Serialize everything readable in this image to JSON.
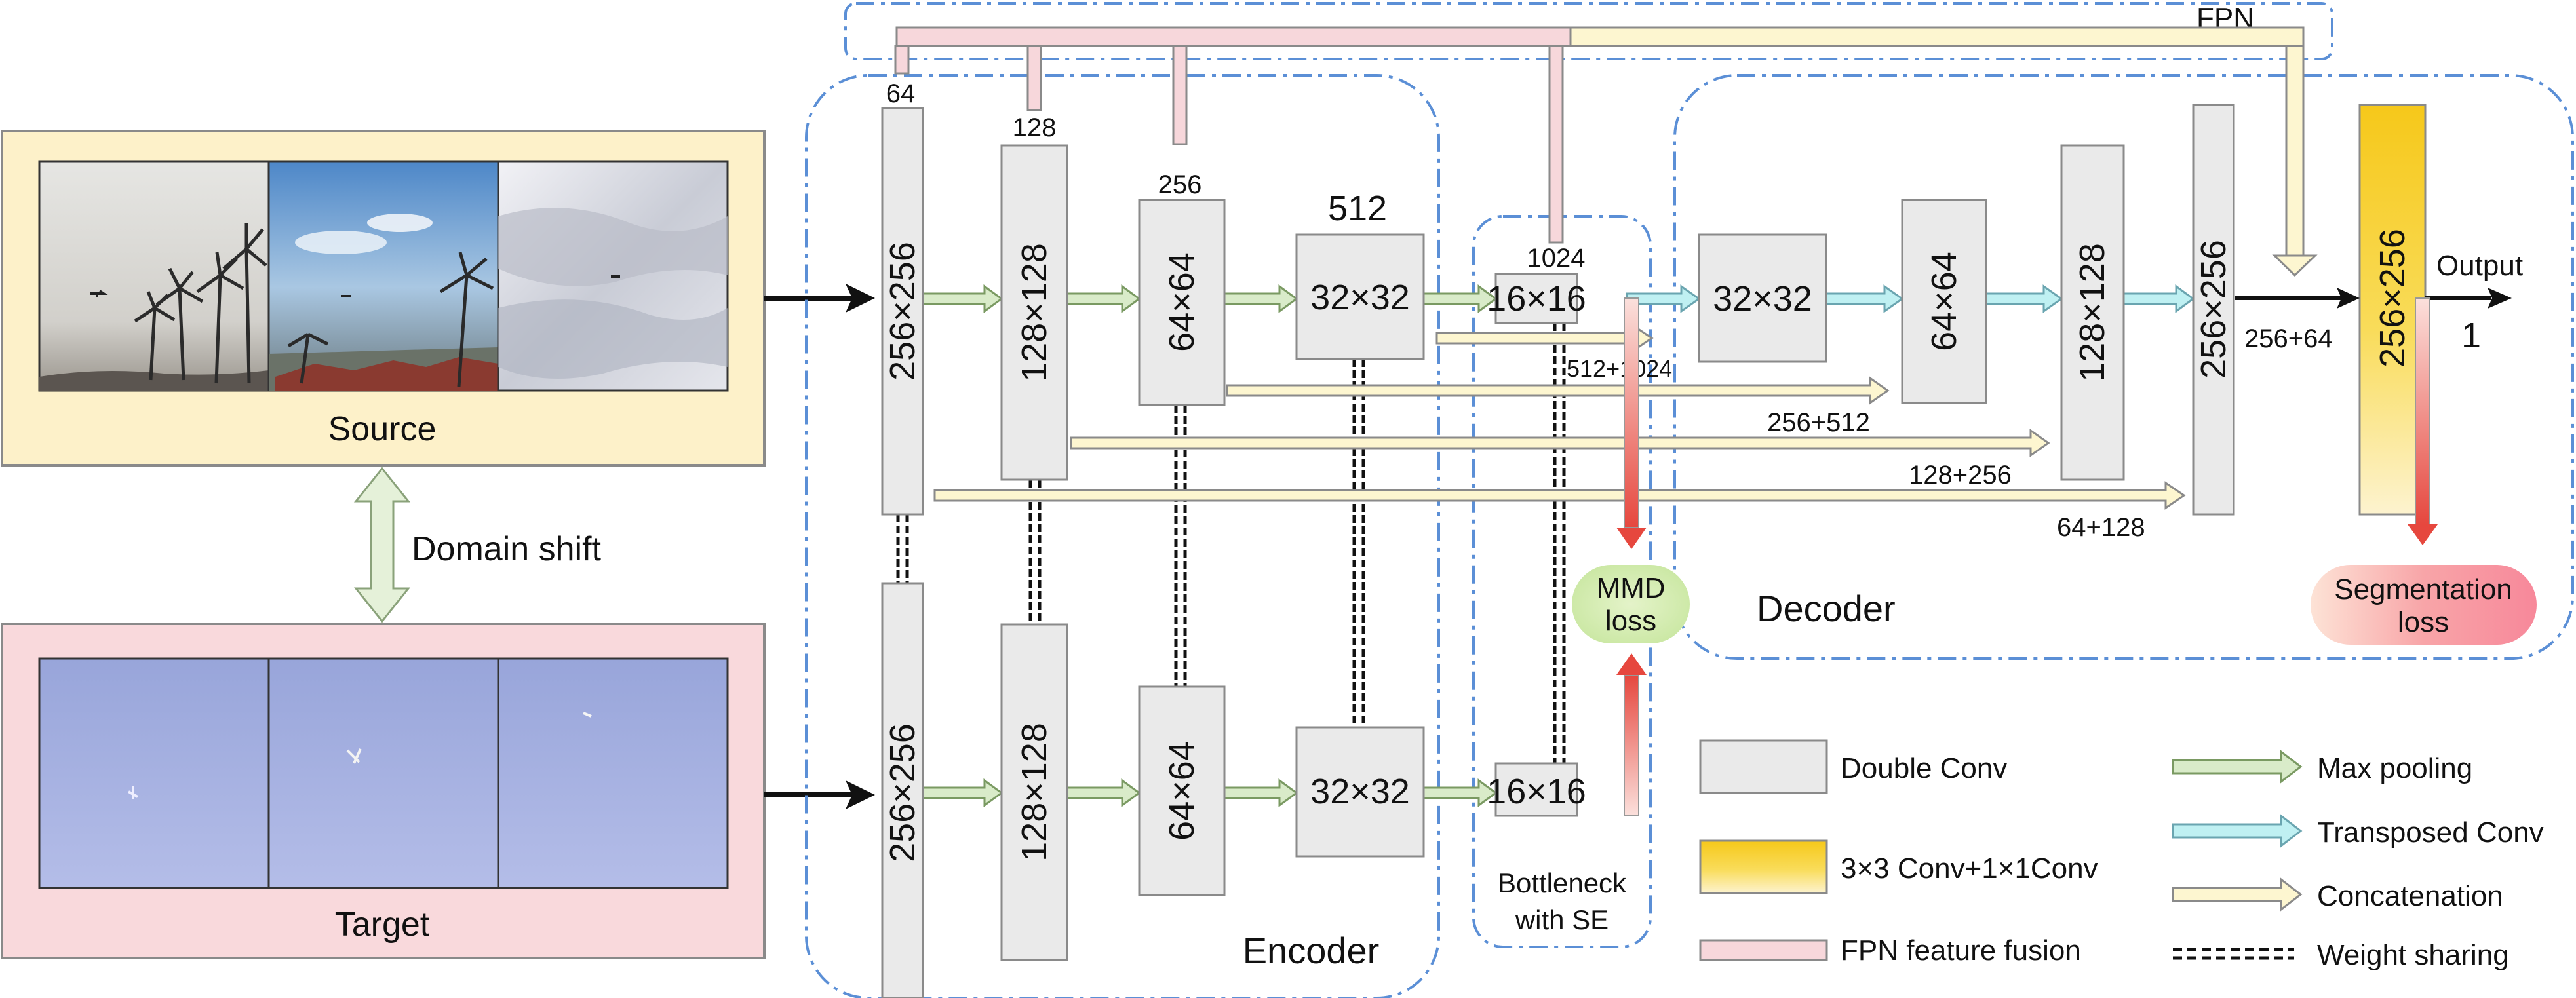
{
  "source": {
    "label": "Source"
  },
  "target": {
    "label": "Target"
  },
  "domain_shift": {
    "label": "Domain shift"
  },
  "fpn": {
    "label": "FPN",
    "tap_labels": [
      "64",
      "128",
      "256",
      "512",
      "1024"
    ]
  },
  "encoder": {
    "label": "Encoder",
    "top_blocks": [
      "256×256",
      "128×128",
      "64×64",
      "32×32"
    ],
    "bottom_blocks": [
      "256×256",
      "128×128",
      "64×64",
      "32×32"
    ]
  },
  "bottleneck": {
    "label_line1": "Bottleneck",
    "label_line2": "with SE",
    "top_block": "16×16",
    "bottom_block": "16×16"
  },
  "decoder": {
    "label": "Decoder",
    "blocks": [
      "32×32",
      "64×64",
      "128×128",
      "256×256"
    ],
    "final_block": "256×256"
  },
  "skip_labels": [
    "512+1024",
    "256+512",
    "128+256",
    "64+128",
    "256+64"
  ],
  "output": {
    "label": "Output",
    "value": "1"
  },
  "mmd_loss": {
    "line1": "MMD",
    "line2": "loss"
  },
  "seg_loss": {
    "line1": "Segmentation",
    "line2": "loss"
  },
  "legend": {
    "double_conv": "Double Conv",
    "conv3x3": "3×3 Conv+1×1Conv",
    "fpn_fusion": "FPN feature fusion",
    "max_pooling": "Max pooling",
    "transposed_conv": "Transposed Conv",
    "concatenation": "Concatenation",
    "weight_sharing": "Weight sharing"
  },
  "colors": {
    "source_bg": "#fdf1c9",
    "target_bg": "#f9d9dc",
    "block_fill": "#eaeaea",
    "block_stroke": "#8a8a8a",
    "green_arrow": "#d9ebc9",
    "cyan_arrow": "#bff0f2",
    "concat_arrow": "#fdf6d0",
    "fpn_pink": "#f7d7db",
    "dash_blue": "#5b8fd6",
    "red_arrow": "#e8524a"
  }
}
